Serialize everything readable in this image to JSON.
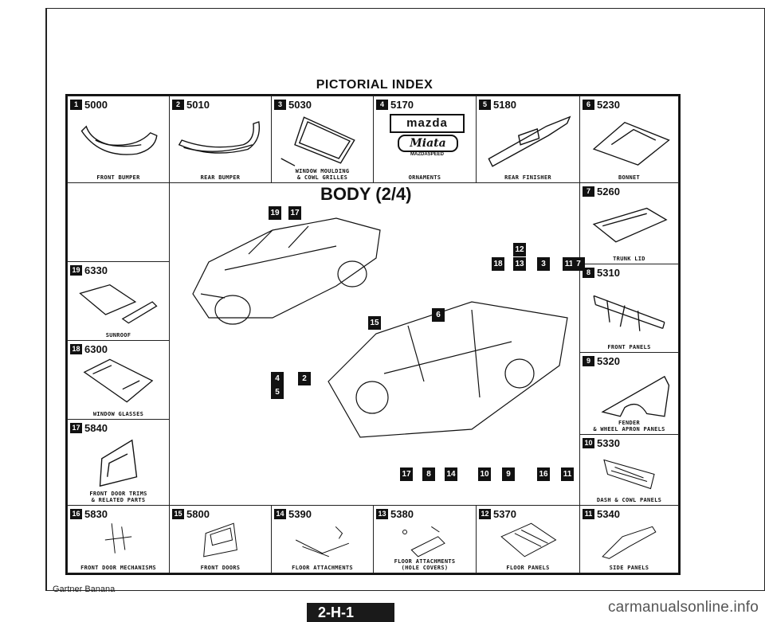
{
  "page": {
    "title": "PICTORIAL INDEX",
    "section_title": "BODY (2/4)",
    "footer_brand": "Gartner Banana",
    "watermark": "carmanualsonline.info",
    "page_tab": "2-H-1"
  },
  "cells": [
    {
      "num": "1",
      "code": "5000",
      "caption": "FRONT BUMPER"
    },
    {
      "num": "2",
      "code": "5010",
      "caption": "REAR BUMPER"
    },
    {
      "num": "3",
      "code": "5030",
      "caption": "WINDOW MOULDING\n& COWL GRILLES"
    },
    {
      "num": "4",
      "code": "5170",
      "caption": "ORNAMENTS"
    },
    {
      "num": "5",
      "code": "5180",
      "caption": "REAR FINISHER"
    },
    {
      "num": "6",
      "code": "5230",
      "caption": "BONNET"
    },
    {
      "num": "7",
      "code": "5260",
      "caption": "TRUNK LID"
    },
    {
      "num": "8",
      "code": "5310",
      "caption": "FRONT PANELS"
    },
    {
      "num": "9",
      "code": "5320",
      "caption": "FENDER\n& WHEEL APRON PANELS"
    },
    {
      "num": "10",
      "code": "5330",
      "caption": "DASH & COWL PANELS"
    },
    {
      "num": "11",
      "code": "5340",
      "caption": "SIDE PANELS"
    },
    {
      "num": "12",
      "code": "5370",
      "caption": "FLOOR PANELS"
    },
    {
      "num": "13",
      "code": "5380",
      "caption": "FLOOR ATTACHMENTS\n(HOLE COVERS)"
    },
    {
      "num": "14",
      "code": "5390",
      "caption": "FLOOR ATTACHMENTS"
    },
    {
      "num": "15",
      "code": "5800",
      "caption": "FRONT DOORS"
    },
    {
      "num": "16",
      "code": "5830",
      "caption": "FRONT DOOR MECHANISMS"
    },
    {
      "num": "17",
      "code": "5840",
      "caption": "FRONT DOOR TRIMS\n& RELATED PARTS"
    },
    {
      "num": "18",
      "code": "6300",
      "caption": "WINDOW GLASSES"
    },
    {
      "num": "19",
      "code": "6330",
      "caption": "SUNROOF"
    }
  ],
  "ornament_logos": {
    "top": "mazda",
    "middle": "Miata",
    "bottom": "MAZDASPEED"
  },
  "callouts": {
    "car_top": [
      "19",
      "17"
    ],
    "car_side": [
      "15"
    ],
    "car_bottom": [
      "4",
      "2",
      "5"
    ],
    "body_top": [
      "12",
      "18",
      "13",
      "3",
      "11",
      "7"
    ],
    "body_left": [
      "6"
    ],
    "body_bottom": [
      "17",
      "8",
      "14",
      "10",
      "9",
      "16",
      "11"
    ]
  }
}
